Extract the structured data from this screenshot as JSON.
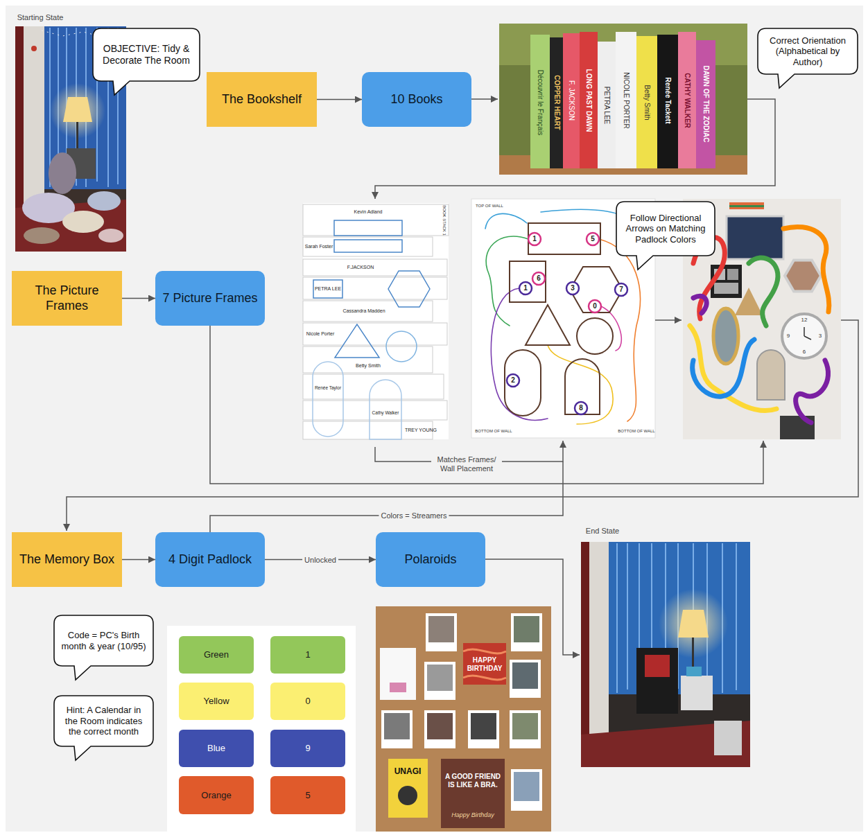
{
  "diagram": {
    "nodes": [
      {
        "text": [
          "OBJECTIVE: Tidy & Decorate The Room"
        ]
      },
      {
        "text": [
          "The Bookshelf"
        ]
      },
      {
        "text": [
          "10 Books"
        ]
      },
      {
        "text": [
          "Correct Orientation (Alphabetical by Author)"
        ]
      },
      {
        "text": [
          "The Picture Frames"
        ]
      },
      {
        "text": [
          "7 Picture Frames"
        ]
      },
      {
        "text": [
          "Follow Directional Arrows on Matching Padlock Colors"
        ]
      },
      {
        "text": [
          "The Memory Box"
        ]
      },
      {
        "text": [
          "4 Digit Padlock"
        ]
      },
      {
        "text": [
          "Polaroids"
        ]
      },
      {
        "text": [
          "Code = PC's Birth month & year (10/95)"
        ]
      },
      {
        "text": [
          "Hint: A Calendar in the Room indicates the correct month"
        ]
      },
      {
        "text": [
          "Green"
        ]
      },
      {
        "text": [
          "1"
        ]
      },
      {
        "text": [
          "Yellow"
        ]
      },
      {
        "text": [
          "0"
        ]
      },
      {
        "text": [
          "Blue"
        ]
      },
      {
        "text": [
          "9"
        ]
      },
      {
        "text": [
          "Orange"
        ]
      },
      {
        "text": [
          "5"
        ]
      }
    ],
    "edges": [
      {
        "from": 1,
        "to": 2,
        "arrow": "to"
      },
      {
        "from": 4,
        "to": 5,
        "arrow": "to"
      },
      {
        "from": 7,
        "to": 8,
        "arrow": "to"
      },
      {
        "from": 8,
        "to": 9,
        "label": "Unlocked",
        "arrow": "to"
      }
    ],
    "labels": [
      "Starting State",
      "Découvrir le Français",
      "COPPER HEART",
      "F. JACKSON",
      "LONG PAST DAWN",
      "PETRA LEE",
      "NICOLE PORTER",
      "Betty Smith",
      "Renée Tackett",
      "CATHY WALKER",
      "DAWN OF THE ZODIAC",
      "BOOK STACK 1",
      "Kevin Adland",
      "Sarah Foster",
      "F.JACKSON",
      "PETRA LEE",
      "Cassandra Madden",
      "Nicole Porter",
      "Betty Smith",
      "Renée Taylor",
      "Cathy Walker",
      "TREY YOUNG",
      "TOP OF WALL",
      "1",
      "5",
      "1",
      "6",
      "3",
      "7",
      "0",
      "2",
      "8",
      "BOTTOM OF WALL",
      "BOTTOM OF WALL",
      "12",
      "3",
      "6",
      "9",
      "Matches Frames/ Wall Placement",
      "Colors = Streamers",
      "End State",
      "HAPPY BIRTHDAY",
      "UNAGI",
      "A GOOD FRIEND IS LIKE A BRA.",
      "Happy Birthday"
    ]
  }
}
